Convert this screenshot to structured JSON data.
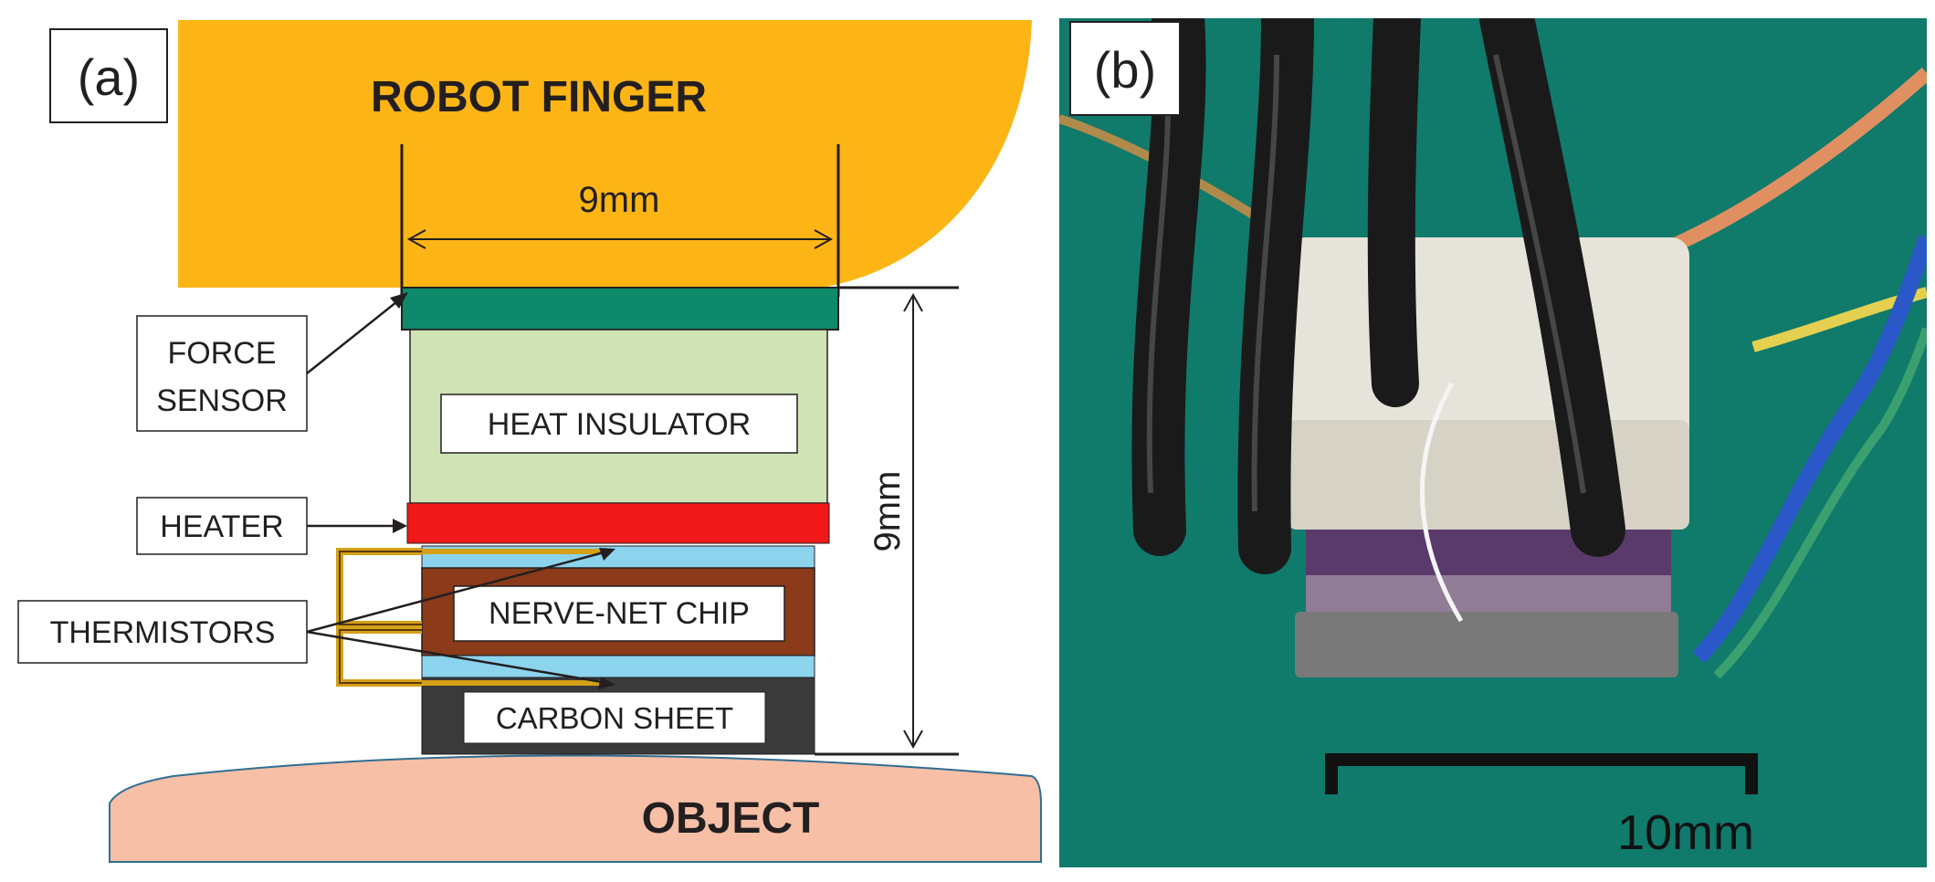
{
  "panel_a": {
    "tag": "(a)",
    "robot_finger_label": "ROBOT FINGER",
    "width_dim_label": "9mm",
    "height_dim_label": "9mm",
    "object_label": "OBJECT",
    "callouts": {
      "force_sensor_line1": "FORCE",
      "force_sensor_line2": "SENSOR",
      "heater": "HEATER",
      "thermistors": "THERMISTORS"
    },
    "layers": {
      "heat_insulator": "HEAT INSULATOR",
      "nerve_net_chip": "NERVE-NET CHIP",
      "carbon_sheet": "CARBON SHEET"
    },
    "colors": {
      "robot_finger": "#FDB515",
      "force_sensor": "#0E8A6A",
      "heat_insulator": "#CFE3B4",
      "heater": "#F01818",
      "thermistor_layer": "#8CD3EE",
      "nerve_net_chip": "#8B3A1A",
      "carbon_sheet": "#3A3A3A",
      "object": "#F7BFA6",
      "thermistor_wire": "#D4A017"
    }
  },
  "panel_b": {
    "tag": "(b)",
    "scale_bar_label": "10mm",
    "colors": {
      "background": "#128373",
      "cable": "#1A1A1A",
      "insulator_block": "#E6E4DA",
      "chip": "#5A3A6A",
      "carbon_sheet": "#8A8A8A",
      "blue_wire": "#2A58C8",
      "orange_wire": "#E09060",
      "yellow_wire": "#E4D050"
    }
  }
}
